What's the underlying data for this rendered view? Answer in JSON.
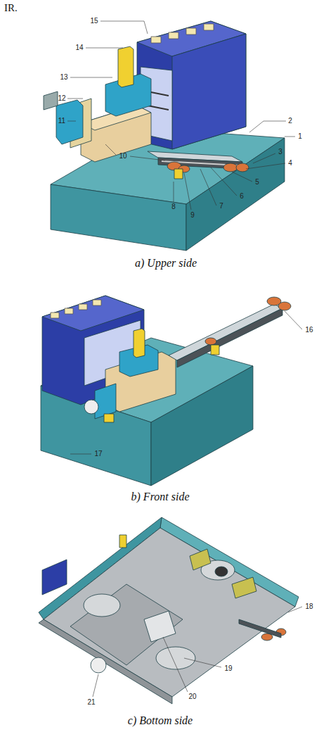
{
  "diagram": {
    "labels": [
      "IR.",
      "15",
      "14",
      "13",
      "12",
      "11",
      "10",
      "2",
      "1",
      "3",
      "4",
      "5",
      "6",
      "7",
      "8",
      "9",
      "a) Upper side",
      "16",
      "17",
      "b) Front side",
      "18",
      "19",
      "20",
      "21",
      "c) Bottom side"
    ]
  }
}
